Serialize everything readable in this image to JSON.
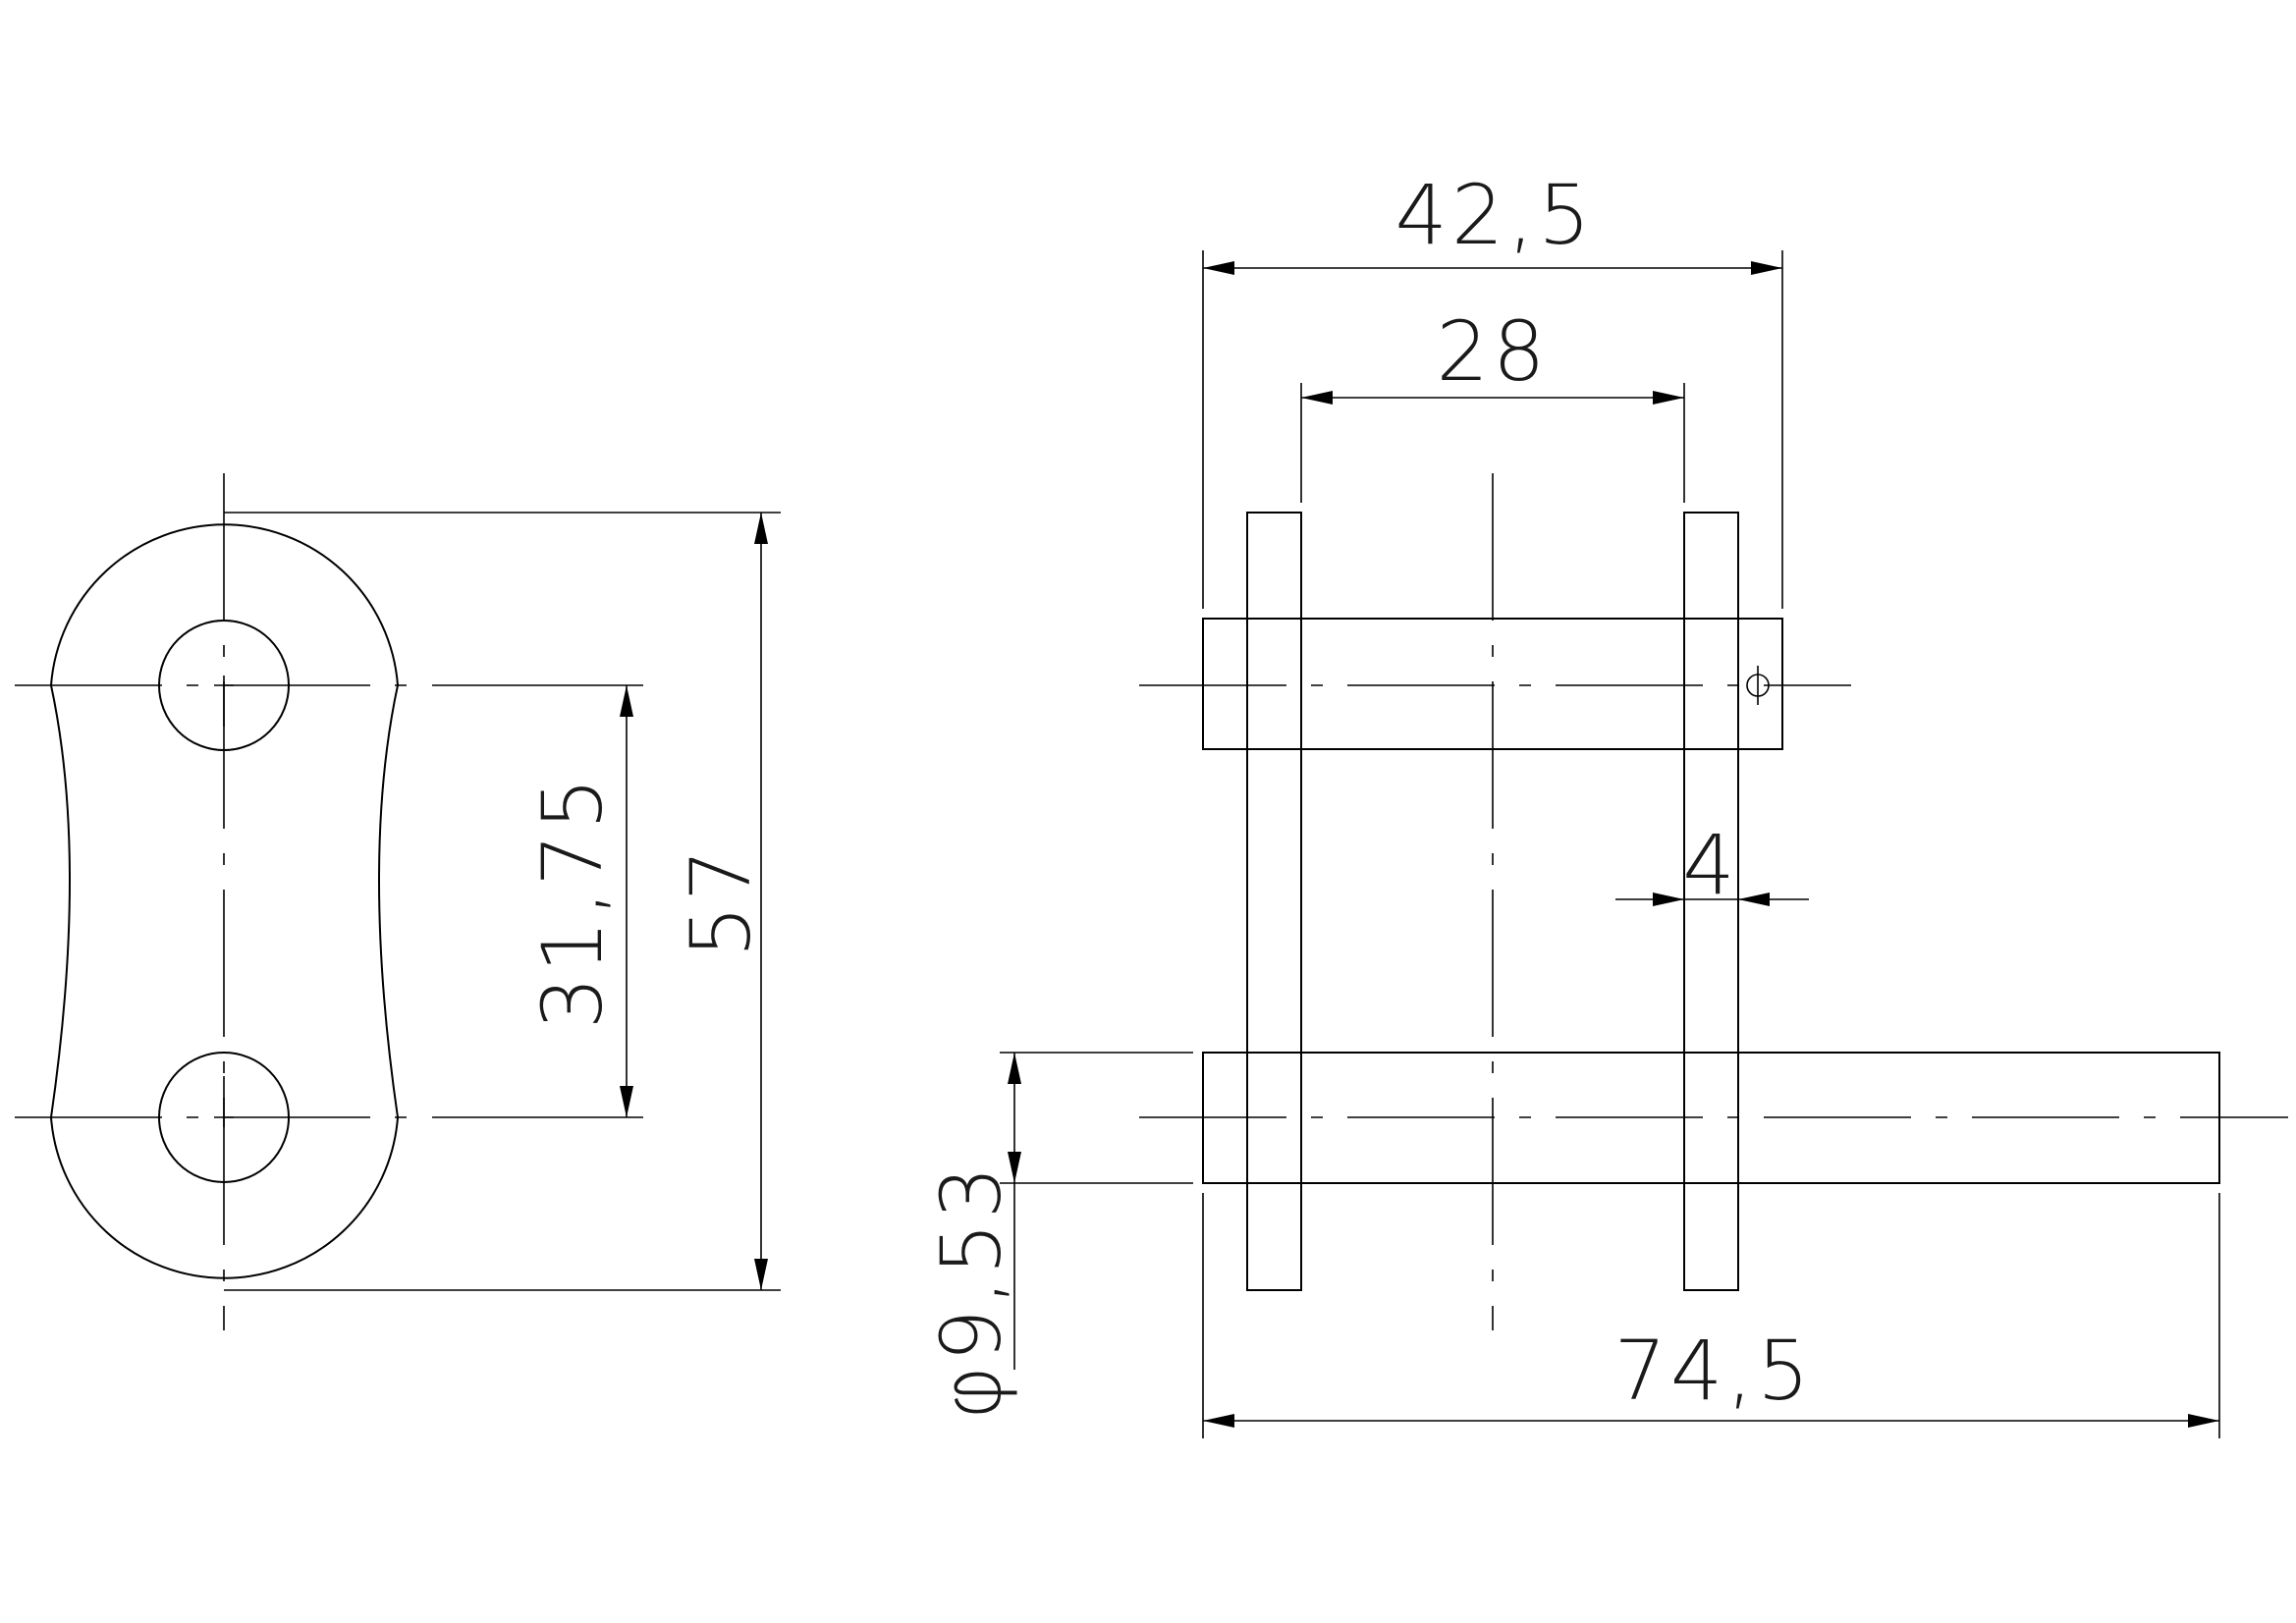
{
  "dimensions": {
    "pitch": "31,75",
    "plate_height": "57",
    "outer_width": "42,5",
    "inner_width": "28",
    "plate_thickness": "4",
    "pin_diameter": "φ9,53",
    "extended_pin_length": "74,5"
  },
  "symbols": {
    "cotter_pin": "φ"
  }
}
